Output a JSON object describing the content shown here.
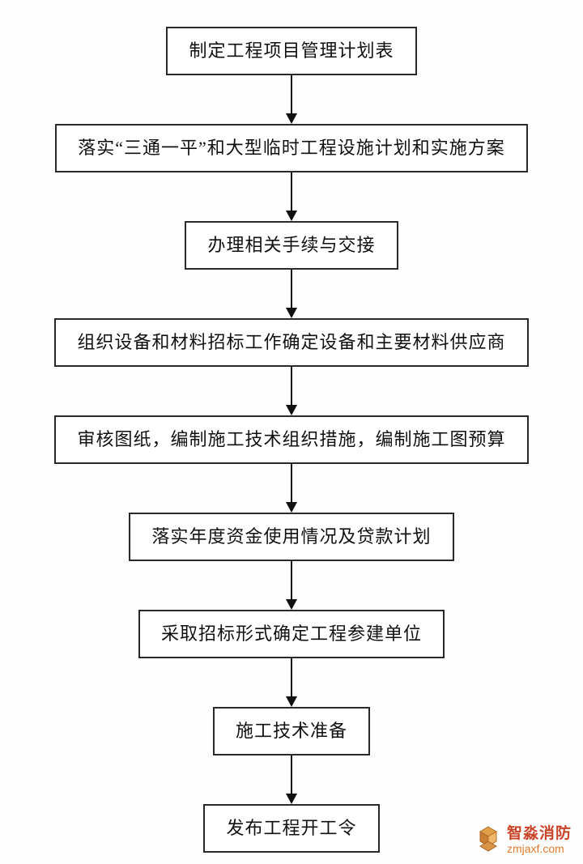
{
  "flow": {
    "steps": [
      {
        "label": "制定工程项目管理计划表"
      },
      {
        "label": "落实“三通一平”和大型临时工程设施计划和实施方案"
      },
      {
        "label": "办理相关手续与交接"
      },
      {
        "label": "组织设备和材料招标工作确定设备和主要材料供应商"
      },
      {
        "label": "审核图纸，编制施工技术组织措施，编制施工图预算"
      },
      {
        "label": "落实年度资金使用情况及贷款计划"
      },
      {
        "label": "采取招标形式确定工程参建单位"
      },
      {
        "label": "施工技术准备"
      },
      {
        "label": "发布工程开工令"
      }
    ]
  },
  "watermark": {
    "brand": "智淼消防",
    "url": "zmjaxf.com",
    "brand_color": "#c8452a",
    "url_color": "#e07a2e",
    "logo_icon": "stacked-diamond-blocks"
  },
  "style": {
    "box_border_color": "#2a2a2a",
    "box_text_color": "#111111",
    "background_color": "#fefefe",
    "arrow_color": "#111111"
  }
}
